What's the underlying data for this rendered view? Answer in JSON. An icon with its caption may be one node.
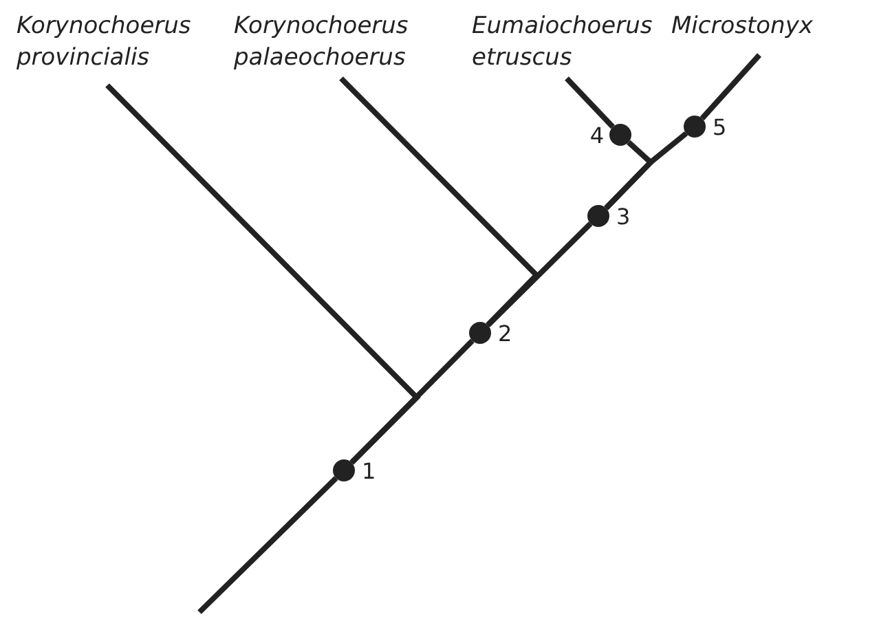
{
  "diagram": {
    "nodes": [
      {
        "text": [
          "Korynochoerus provincialis"
        ]
      },
      {
        "text": [
          "Korynochoerus palaeochoerus"
        ]
      },
      {
        "text": [
          "Eumaiochoerus etruscus"
        ]
      },
      {
        "text": [
          "Microstonyx"
        ]
      },
      {
        "text": [],
        "shape": "circle",
        "beside": [
          "1"
        ]
      },
      {
        "text": [],
        "shape": "circle",
        "beside": [
          "2"
        ]
      },
      {
        "text": [],
        "shape": "circle",
        "beside": [
          "3"
        ]
      },
      {
        "text": [],
        "shape": "circle",
        "beside": [
          "4"
        ]
      },
      {
        "text": [],
        "shape": "circle",
        "beside": [
          "5"
        ]
      }
    ],
    "edges": [
      {
        "from": null,
        "to": 4,
        "arrow": "none"
      },
      {
        "from": 4,
        "to": 0,
        "arrow": "none"
      },
      {
        "from": 4,
        "to": 5,
        "arrow": "none"
      },
      {
        "from": 5,
        "to": 1,
        "arrow": "none"
      },
      {
        "from": 5,
        "to": 6,
        "arrow": "none"
      },
      {
        "from": 6,
        "to": 7,
        "arrow": "none"
      },
      {
        "from": 6,
        "to": 8,
        "arrow": "none"
      },
      {
        "from": 7,
        "to": 2,
        "arrow": "none"
      },
      {
        "from": 8,
        "to": 3,
        "arrow": "none"
      }
    ]
  }
}
